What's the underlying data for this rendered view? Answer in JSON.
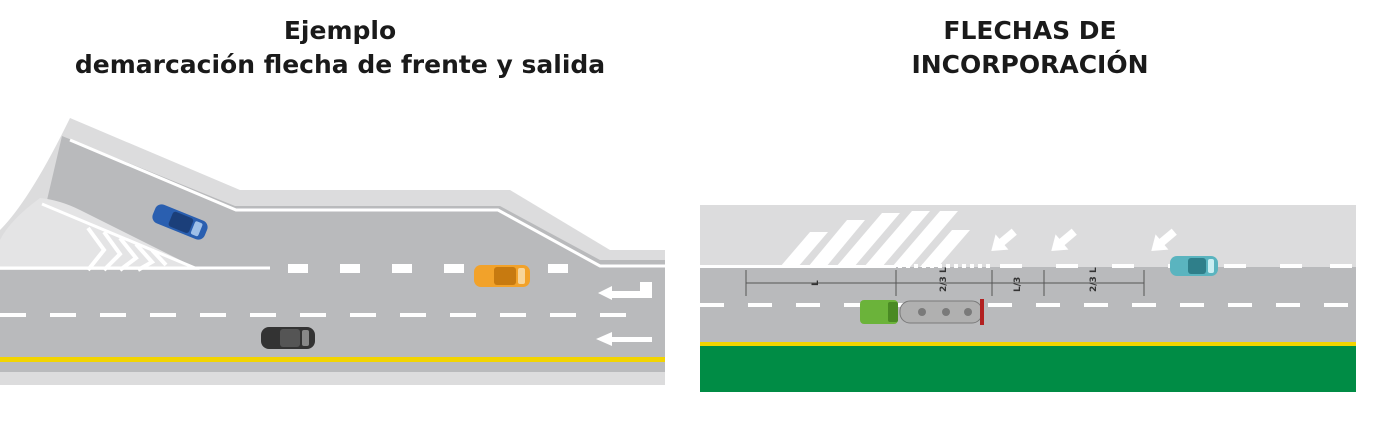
{
  "left_panel": {
    "title_line1": "Ejemplo",
    "title_line2": "demarcación flecha de frente y salida"
  },
  "right_panel": {
    "title_line1": "FLECHAS DE",
    "title_line2": "INCORPORACIÓN",
    "measure_labels": [
      "L",
      "2/3 L",
      "L/3",
      "2/3 L"
    ]
  },
  "colors": {
    "asphalt": "#b9babc",
    "shoulder": "#dcdcdd",
    "marking_white": "#ffffff",
    "edge_yellow": "#f2d400",
    "grass_green": "#008c45",
    "car_blue": "#2a5fb0",
    "car_orange": "#f2a22a",
    "car_black": "#333333",
    "car_teal": "#5ab4bf",
    "truck_green": "#6bb33a"
  }
}
